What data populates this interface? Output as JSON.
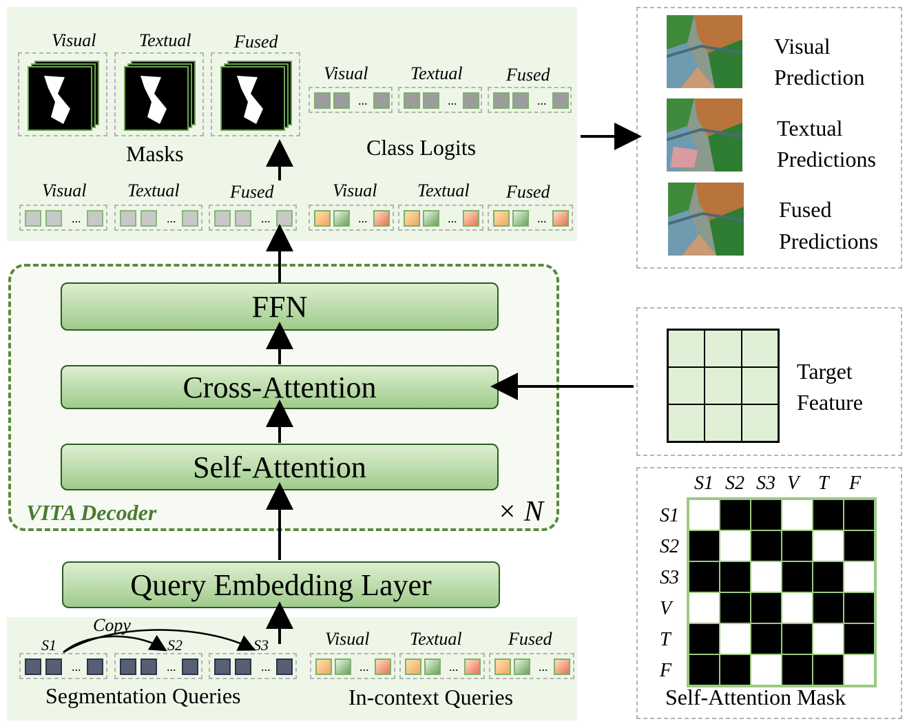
{
  "outputs": {
    "masks_label": "Masks",
    "class_logits_label": "Class Logits",
    "mask_titles": [
      "Visual",
      "Textual",
      "Fused"
    ],
    "logit_titles": [
      "Visual",
      "Textual",
      "Fused"
    ],
    "query_titles_left": [
      "Visual",
      "Textual",
      "Fused"
    ],
    "query_titles_right": [
      "Visual",
      "Textual",
      "Fused"
    ],
    "dots": "..."
  },
  "decoder": {
    "ffn": "FFN",
    "cross_attention": "Cross-Attention",
    "self_attention": "Self-Attention",
    "name": "VITA Decoder",
    "repeat": "× N",
    "query_embedding": "Query Embedding Layer"
  },
  "inputs": {
    "copy": "Copy",
    "s1": "S1",
    "s2": "S2",
    "s3": "S3",
    "segmentation_label": "Segmentation Queries",
    "incontext_label": "In-context Queries",
    "incontext_titles": [
      "Visual",
      "Textual",
      "Fused"
    ]
  },
  "predictions": {
    "visual": [
      "Visual",
      "Prediction"
    ],
    "textual": [
      "Textual",
      "Predictions"
    ],
    "fused": [
      "Fused",
      "Predictions"
    ]
  },
  "target": {
    "line1": "Target",
    "line2": "Feature"
  },
  "attention_mask": {
    "headers": [
      "S1",
      "S2",
      "S3",
      "V",
      "T",
      "F"
    ],
    "rows": [
      "S1",
      "S2",
      "S3",
      "V",
      "T",
      "F"
    ],
    "cells": [
      [
        0,
        1,
        1,
        0,
        1,
        1
      ],
      [
        1,
        0,
        1,
        1,
        0,
        1
      ],
      [
        1,
        1,
        0,
        1,
        1,
        0
      ],
      [
        0,
        1,
        1,
        0,
        1,
        1
      ],
      [
        1,
        0,
        1,
        1,
        0,
        1
      ],
      [
        1,
        1,
        0,
        1,
        1,
        0
      ]
    ],
    "label": "Self-Attention Mask"
  },
  "colors": {
    "decoder_border": "#5a8a3c",
    "panel": "#eef6e8",
    "mask_grid": "#9acb84"
  }
}
